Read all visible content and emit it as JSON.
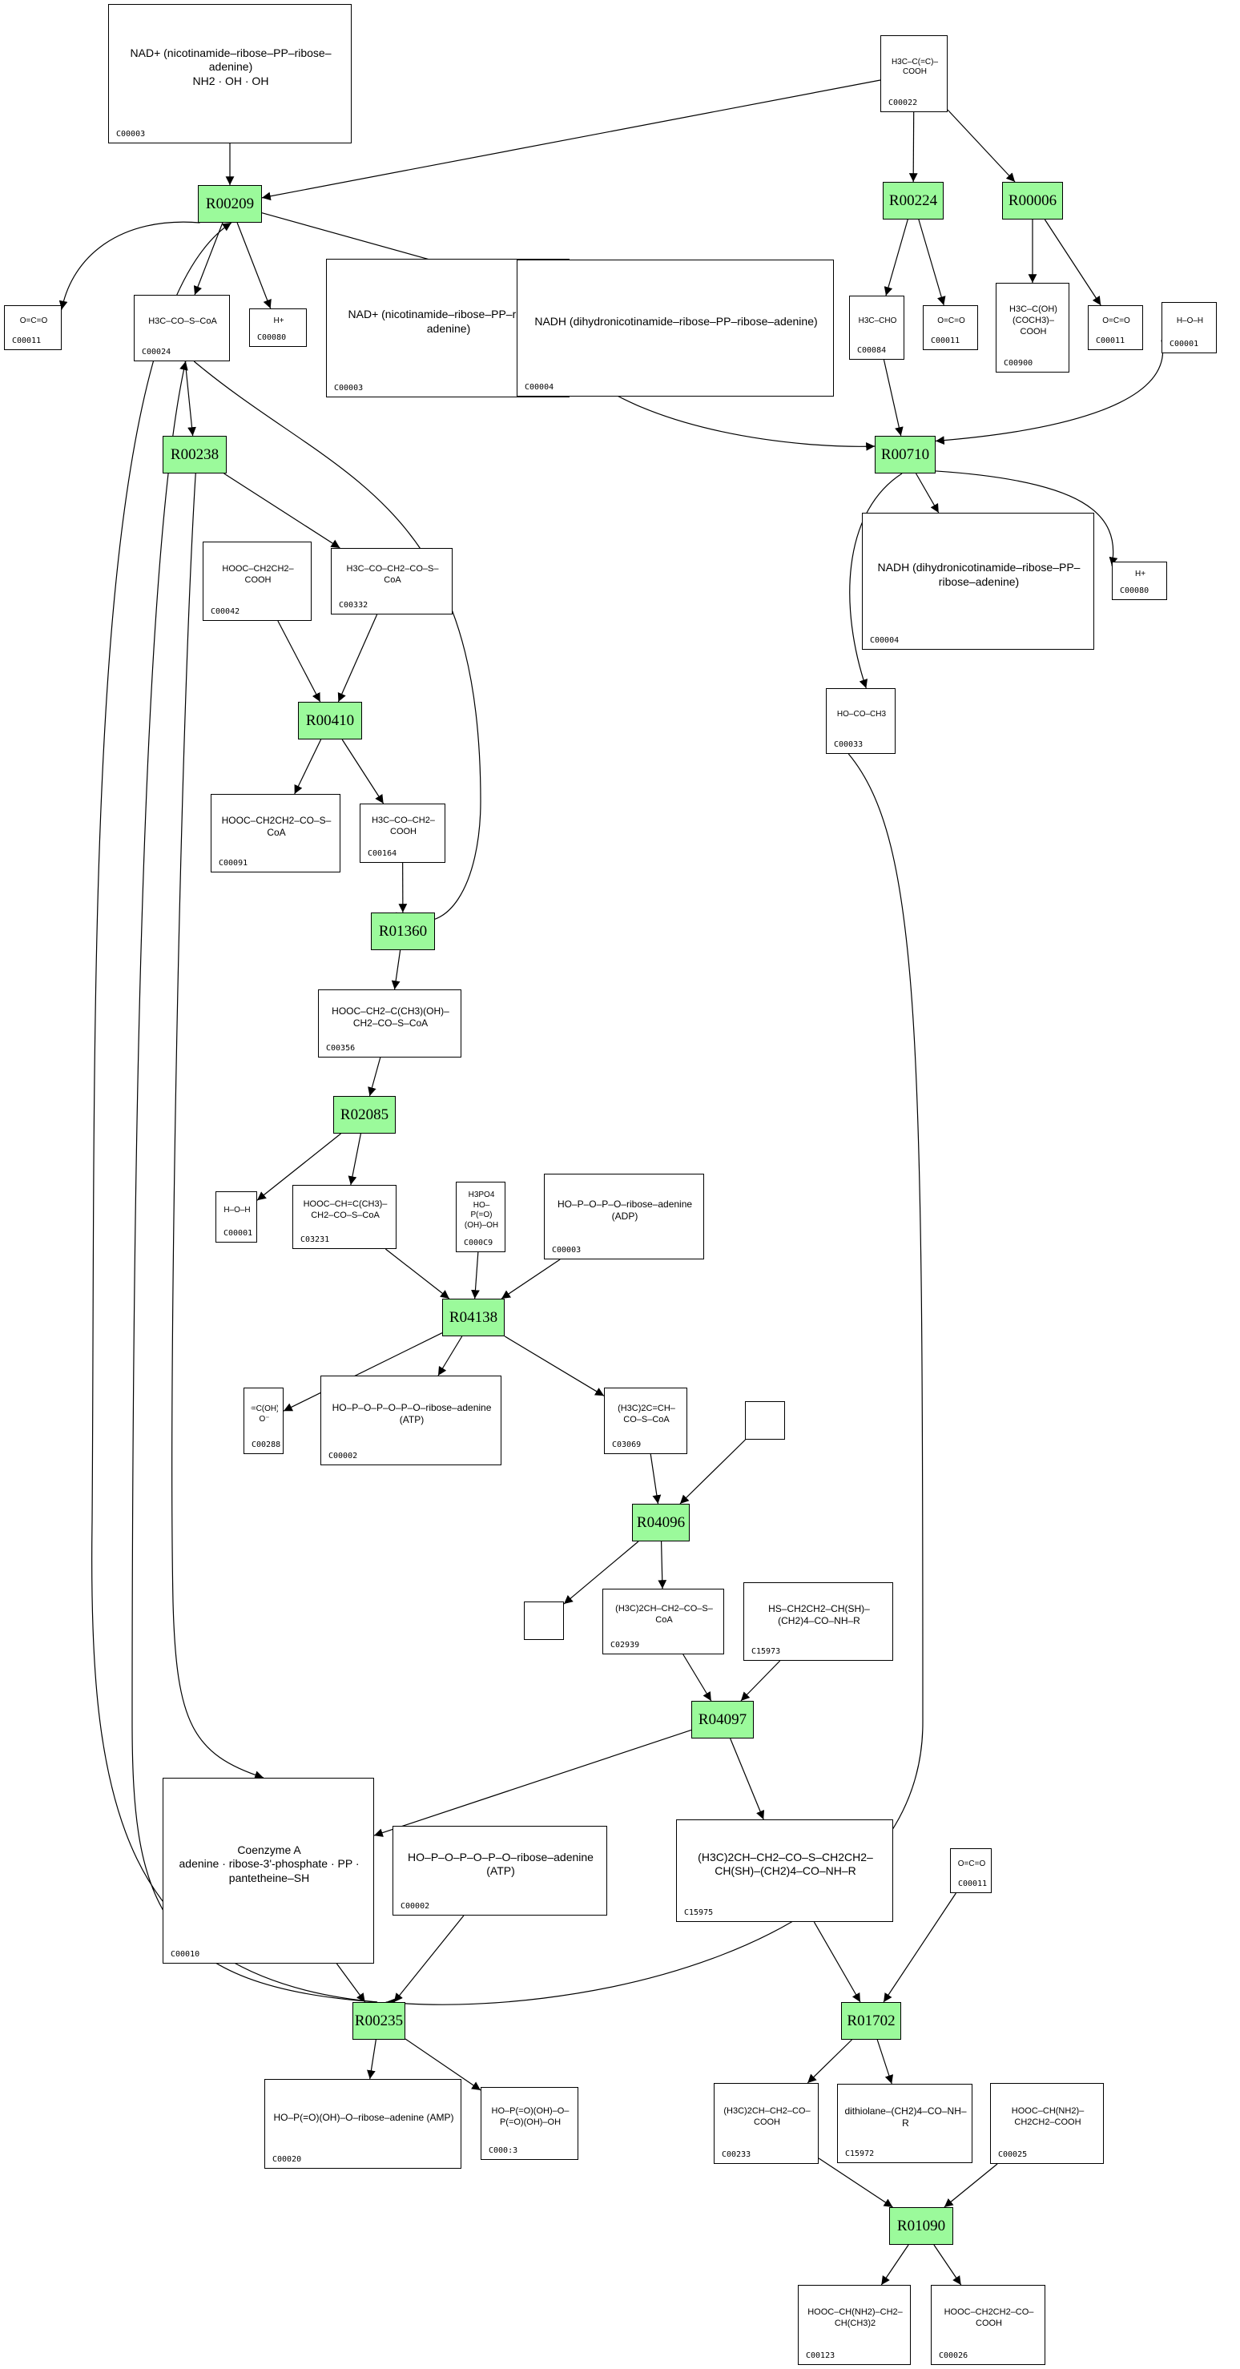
{
  "diagram": {
    "title": "",
    "reaction_color": "#9bfa9b",
    "reactions": [
      {
        "id": "R00209"
      },
      {
        "id": "R00224"
      },
      {
        "id": "R00006"
      },
      {
        "id": "R00238"
      },
      {
        "id": "R00710"
      },
      {
        "id": "R00410"
      },
      {
        "id": "R01360"
      },
      {
        "id": "R02085"
      },
      {
        "id": "R04138"
      },
      {
        "id": "R04096"
      },
      {
        "id": "R04097"
      },
      {
        "id": "R00235"
      },
      {
        "id": "R01702"
      },
      {
        "id": "R01090"
      }
    ],
    "compounds": [
      {
        "key": "c00003_top",
        "id": "C00003",
        "formula": "NAD+ (nicotinamide–ribose–PP–ribose–adenine)\nNH2 · OH · OH"
      },
      {
        "key": "c00022",
        "id": "C00022",
        "formula": "H3C–C(=C)–COOH"
      },
      {
        "key": "c00011_a",
        "id": "C00011",
        "formula": "O=C=O"
      },
      {
        "key": "c00024",
        "id": "C00024",
        "formula": "H3C–CO–S–CoA"
      },
      {
        "key": "c00080_a",
        "id": "C00080",
        "formula": "H+"
      },
      {
        "key": "c00003_mid",
        "id": "C00003",
        "formula": "NAD+ (nicotinamide–ribose–PP–ribose–adenine)"
      },
      {
        "key": "c00004_mid",
        "id": "C00004",
        "formula": "NADH (dihydronicotinamide–ribose–PP–ribose–adenine)"
      },
      {
        "key": "c00084",
        "id": "C00084",
        "formula": "H3C–CHO"
      },
      {
        "key": "c00011_b",
        "id": "C00011",
        "formula": "O=C=O"
      },
      {
        "key": "c00900",
        "id": "C00900",
        "formula": "H3C–C(OH)(COCH3)–COOH"
      },
      {
        "key": "c00011_c",
        "id": "C00011",
        "formula": "O=C=O"
      },
      {
        "key": "c00001_a",
        "id": "C00001",
        "formula": "H–O–H"
      },
      {
        "key": "c00042",
        "id": "C00042",
        "formula": "HOOC–CH2CH2–COOH"
      },
      {
        "key": "c00332",
        "id": "C00332",
        "formula": "H3C–CO–CH2–CO–S–CoA"
      },
      {
        "key": "c00004_right",
        "id": "C00004",
        "formula": "NADH (dihydronicotinamide–ribose–PP–ribose–adenine)"
      },
      {
        "key": "c00080_b",
        "id": "C00080",
        "formula": "H+"
      },
      {
        "key": "c00033",
        "id": "C00033",
        "formula": "HO–CO–CH3"
      },
      {
        "key": "c00091",
        "id": "C00091",
        "formula": "HOOC–CH2CH2–CO–S–CoA"
      },
      {
        "key": "c00164",
        "id": "C00164",
        "formula": "H3C–CO–CH2–COOH"
      },
      {
        "key": "c00356",
        "id": "C00356",
        "formula": "HOOC–CH2–C(CH3)(OH)–CH2–CO–S–CoA"
      },
      {
        "key": "c00001_b",
        "id": "C00001",
        "formula": "H–O–H"
      },
      {
        "key": "c03231",
        "id": "C03231",
        "formula": "HOOC–CH=C(CH3)–CH2–CO–S–CoA"
      },
      {
        "key": "c00009",
        "id": "C000C9",
        "formula": "H3PO4\nHO–P(=O)(OH)–OH"
      },
      {
        "key": "c00008",
        "id": "C00003",
        "formula": "HO–P–O–P–O–ribose–adenine (ADP)"
      },
      {
        "key": "c00288",
        "id": "C00288",
        "formula": "O=C(OH)–O⁻"
      },
      {
        "key": "c00002_a",
        "id": "C00002",
        "formula": "HO–P–O–P–O–P–O–ribose–adenine (ATP)"
      },
      {
        "key": "c03069",
        "id": "C03069",
        "formula": "(H3C)2C=CH–CO–S–CoA"
      },
      {
        "key": "empty_a",
        "id": "",
        "formula": ""
      },
      {
        "key": "empty_b",
        "id": "",
        "formula": ""
      },
      {
        "key": "c02939",
        "id": "C02939",
        "formula": "(H3C)2CH–CH2–CO–S–CoA"
      },
      {
        "key": "c15973",
        "id": "C15973",
        "formula": "HS–CH2CH2–CH(SH)–(CH2)4–CO–NH–R"
      },
      {
        "key": "c00010",
        "id": "C00010",
        "formula": "Coenzyme A\nadenine · ribose-3'-phosphate · PP · pantetheine–SH"
      },
      {
        "key": "c00002_b",
        "id": "C00002",
        "formula": "HO–P–O–P–O–P–O–ribose–adenine (ATP)"
      },
      {
        "key": "c15975",
        "id": "C15975",
        "formula": "(H3C)2CH–CH2–CO–S–CH2CH2–CH(SH)–(CH2)4–CO–NH–R"
      },
      {
        "key": "c00011_d",
        "id": "C00011",
        "formula": "O=C=O"
      },
      {
        "key": "c00020",
        "id": "C00020",
        "formula": "HO–P(=O)(OH)–O–ribose–adenine (AMP)"
      },
      {
        "key": "c00013",
        "id": "C000:3",
        "formula": "HO–P(=O)(OH)–O–P(=O)(OH)–OH"
      },
      {
        "key": "c00233",
        "id": "C00233",
        "formula": "(H3C)2CH–CH2–CO–COOH"
      },
      {
        "key": "c15972",
        "id": "C15972",
        "formula": "dithiolane–(CH2)4–CO–NH–R"
      },
      {
        "key": "c00025",
        "id": "C00025",
        "formula": "HOOC–CH(NH2)–CH2CH2–COOH"
      },
      {
        "key": "c00123",
        "id": "C00123",
        "formula": "HOOC–CH(NH2)–CH2–CH(CH3)2"
      },
      {
        "key": "c00026",
        "id": "C00026",
        "formula": "HOOC–CH2CH2–CO–COOH"
      }
    ],
    "edges": [
      [
        "c00003_top",
        "R00209"
      ],
      [
        "c00022",
        "R00209"
      ],
      [
        "R00209",
        "c00011_a"
      ],
      [
        "R00209",
        "c00024"
      ],
      [
        "R00209",
        "c00080_a"
      ],
      [
        "R00209",
        "c00004_mid"
      ],
      [
        "c00022",
        "R00224"
      ],
      [
        "c00022",
        "R00006"
      ],
      [
        "R00224",
        "c00084"
      ],
      [
        "R00224",
        "c00011_b"
      ],
      [
        "R00006",
        "c00900"
      ],
      [
        "R00006",
        "c00011_c"
      ],
      [
        "c00024",
        "R00238"
      ],
      [
        "c00084",
        "R00710"
      ],
      [
        "c00003_mid",
        "R00710"
      ],
      [
        "c00001_a",
        "R00710"
      ],
      [
        "R00710",
        "c00004_right"
      ],
      [
        "R00710",
        "c00080_b"
      ],
      [
        "R00710",
        "c00033"
      ],
      [
        "R00238",
        "c00332"
      ],
      [
        "R00238",
        "c00010"
      ],
      [
        "c00042",
        "R00410"
      ],
      [
        "c00332",
        "R00410"
      ],
      [
        "R00410",
        "c00091"
      ],
      [
        "R00410",
        "c00164"
      ],
      [
        "c00164",
        "R01360"
      ],
      [
        "c00024",
        "R01360"
      ],
      [
        "R01360",
        "c00356"
      ],
      [
        "c00356",
        "R02085"
      ],
      [
        "R02085",
        "c00001_b"
      ],
      [
        "R02085",
        "c03231"
      ],
      [
        "c03231",
        "R04138"
      ],
      [
        "c00009",
        "R04138"
      ],
      [
        "c00008",
        "R04138"
      ],
      [
        "R04138",
        "c00288"
      ],
      [
        "R04138",
        "c00002_a"
      ],
      [
        "R04138",
        "c03069"
      ],
      [
        "c03069",
        "R04096"
      ],
      [
        "empty_a",
        "R04096"
      ],
      [
        "R04096",
        "empty_b"
      ],
      [
        "R04096",
        "c02939"
      ],
      [
        "c02939",
        "R04097"
      ],
      [
        "c15973",
        "R04097"
      ],
      [
        "R04097",
        "c00010"
      ],
      [
        "R04097",
        "c15975"
      ],
      [
        "c00010",
        "R00235"
      ],
      [
        "c00002_b",
        "R00235"
      ],
      [
        "c00033",
        "R00235"
      ],
      [
        "R00235",
        "R00209"
      ],
      [
        "R00235",
        "c00024"
      ],
      [
        "R00235",
        "c00020"
      ],
      [
        "R00235",
        "c00013"
      ],
      [
        "c15975",
        "R01702"
      ],
      [
        "c00011_d",
        "R01702"
      ],
      [
        "R01702",
        "c00233"
      ],
      [
        "R01702",
        "c15972"
      ],
      [
        "c00233",
        "R01090"
      ],
      [
        "c00025",
        "R01090"
      ],
      [
        "R01090",
        "c00123"
      ],
      [
        "R01090",
        "c00026"
      ]
    ]
  }
}
